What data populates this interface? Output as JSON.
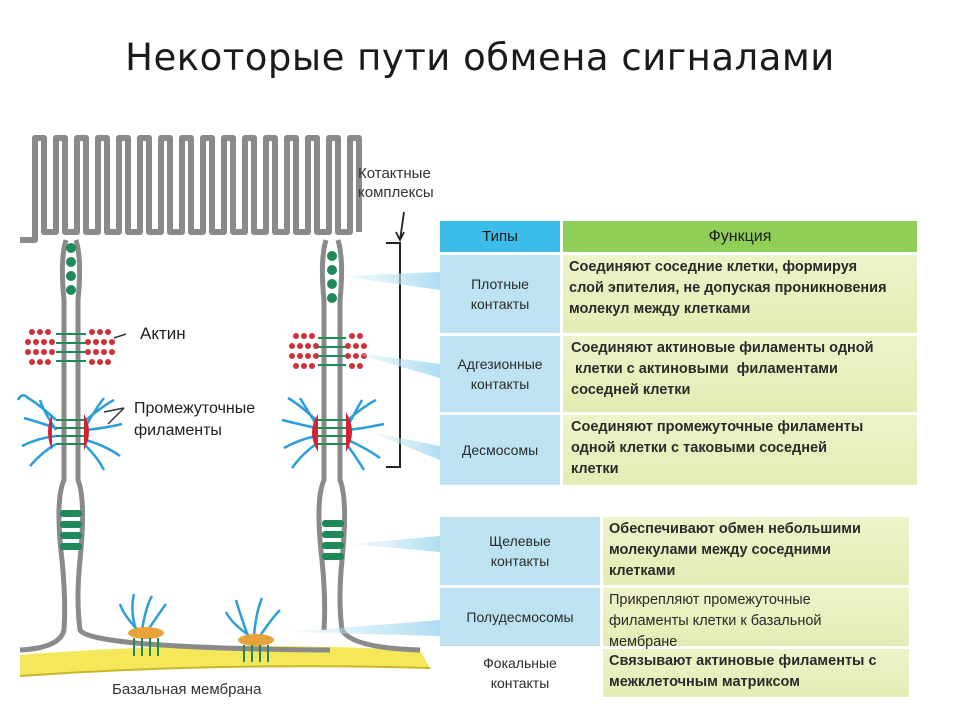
{
  "title": "Некоторые пути обмена  сигналами",
  "labels": {
    "contact_complexes": "Котактные\nкомплексы",
    "actin": "Актин",
    "intermediate_filaments": "Промежуточные\nфиламенты",
    "basal_membrane": "Базальная мембрана"
  },
  "table_headers": {
    "type": "Типы",
    "function": "Функция"
  },
  "rows": [
    {
      "type": "Плотные\nконтакты",
      "function": "Соединяют соседние клетки, формируя\nслой эпителия, не допуская проникновения\nмолекул между клетками"
    },
    {
      "type": "Адгезионные\nконтакты",
      "function": "Соединяют актиновые филаменты одной\n клетки с актиновыми  филаментами\nсоседней клетки"
    },
    {
      "type": "Десмосомы",
      "function": "Соединяют промежуточные филаменты\nодной клетки с таковыми соседней\nклетки"
    },
    {
      "type": "Щелевые\nконтакты",
      "function": "Обеспечивают обмен небольшими\nмолекулами между соседними\nклетками"
    },
    {
      "type": "Полудесмосомы",
      "function": "Прикрепляют промежуточные\nфиламенты клетки к базальной\nмембране"
    },
    {
      "type": "Фокальные\nконтакты",
      "function": "Связывают актиновые филаменты с\nмежклеточным матриксом"
    }
  ],
  "colors": {
    "membrane": "#8a8a8a",
    "junction_green": "#1e8a5a",
    "actin_red": "#d0303a",
    "filament_blue": "#2a9ed8",
    "plaque_red": "#d42030",
    "basal_yellow": "#f4e85a",
    "type_header": "#3dbde9",
    "func_header": "#8fcf58"
  }
}
